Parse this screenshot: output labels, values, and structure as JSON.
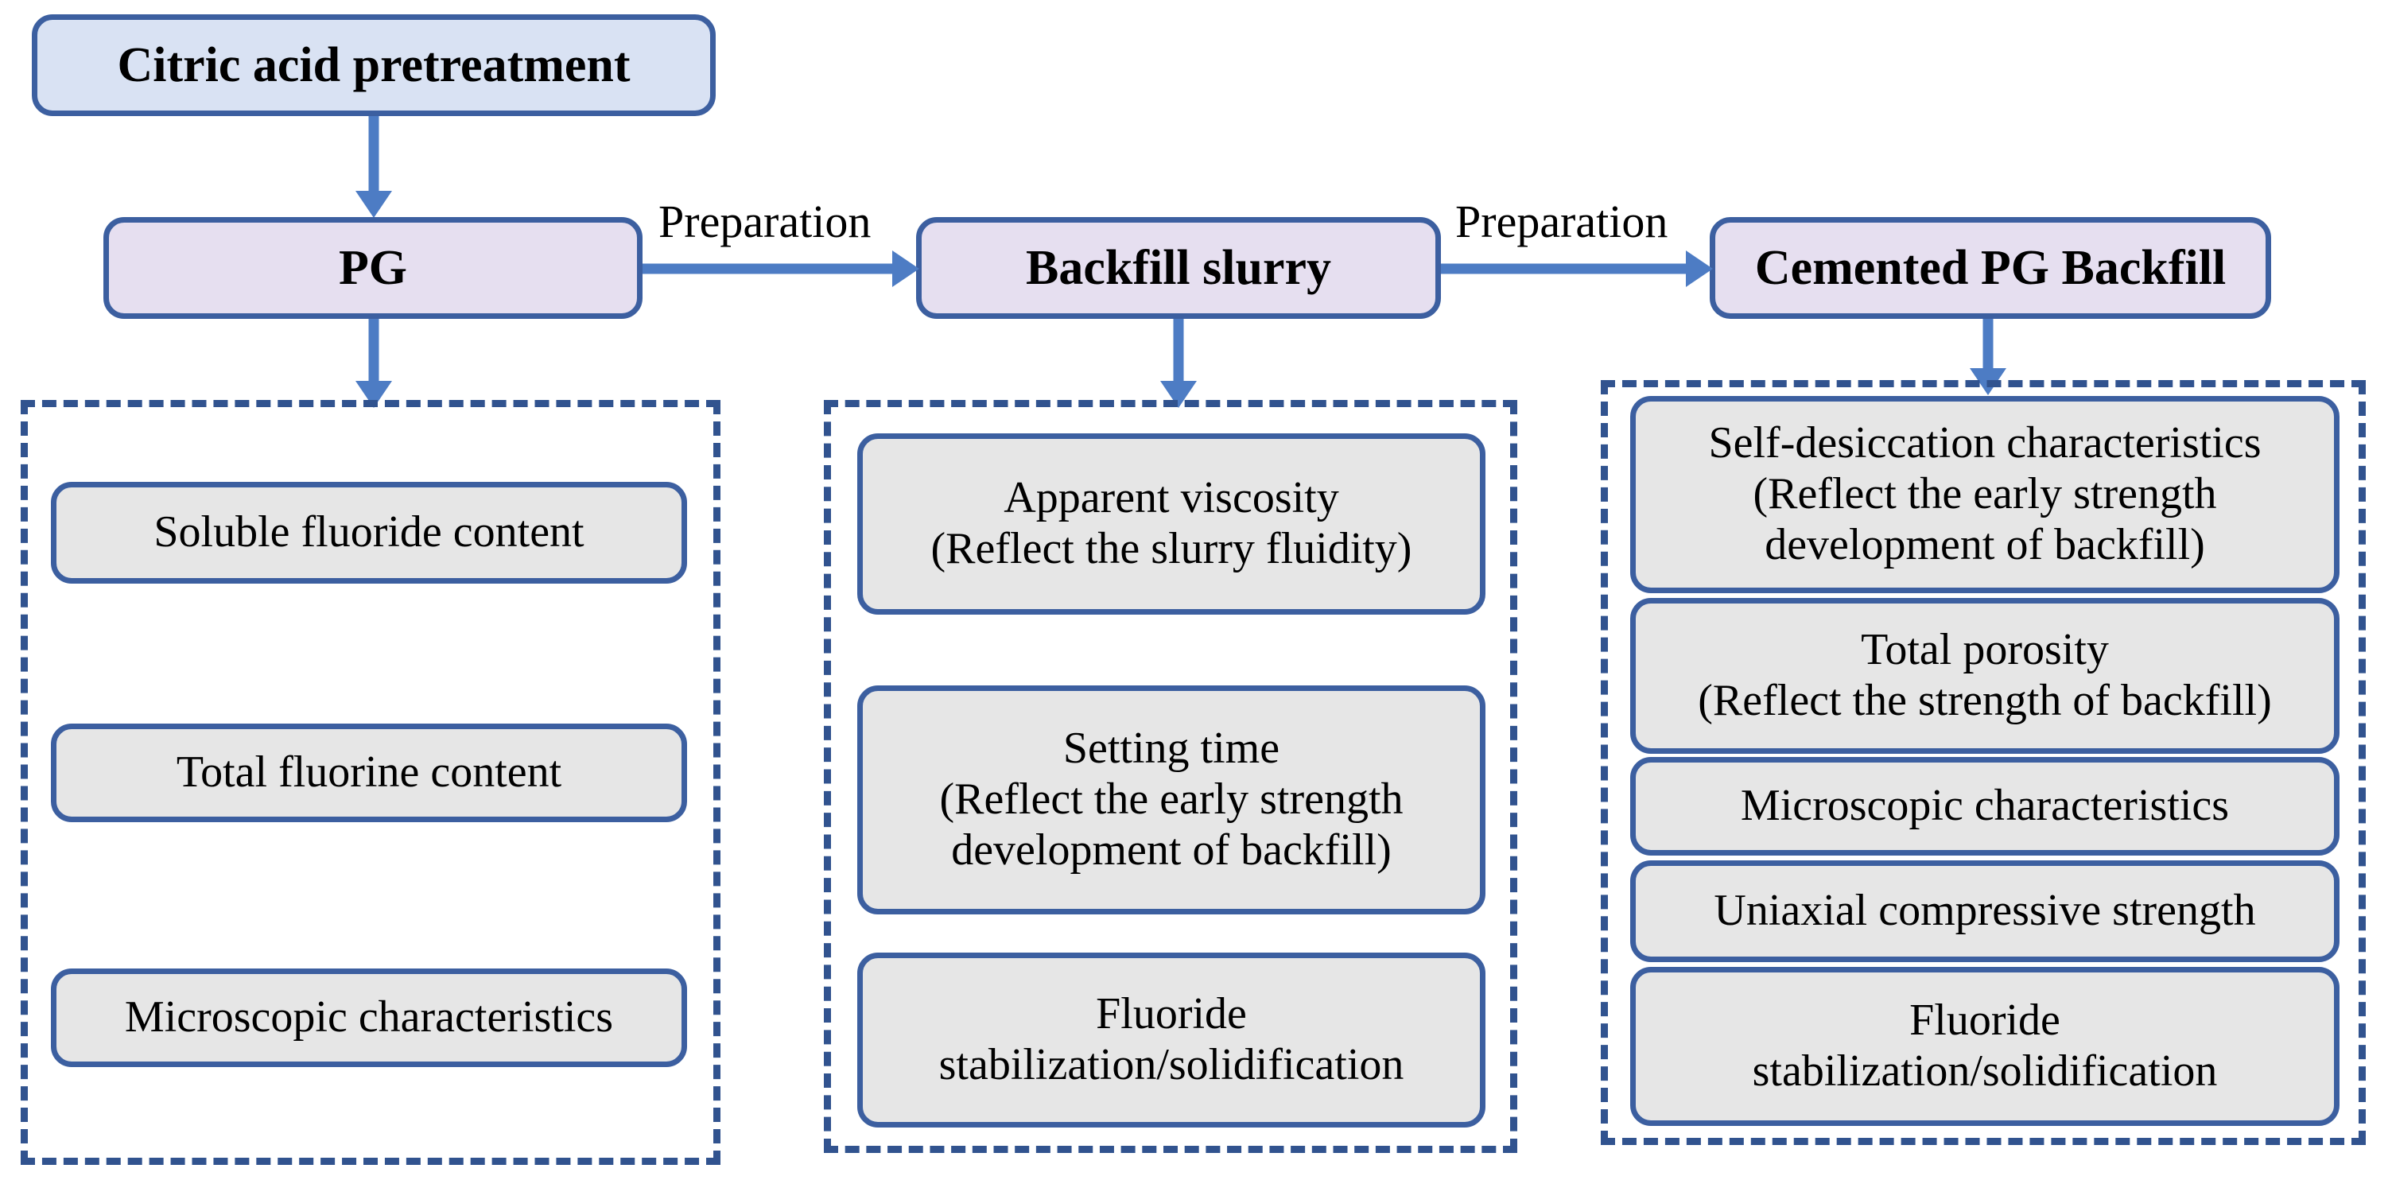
{
  "diagram": {
    "title_node": {
      "label": "Citric acid pretreatment"
    },
    "stages": [
      {
        "id": "pg",
        "label": "PG"
      },
      {
        "id": "backfill-slurry",
        "label": "Backfill slurry"
      },
      {
        "id": "cemented-pg-backfill",
        "label": "Cemented PG Backfill"
      }
    ],
    "edge_labels": [
      {
        "label": "Preparation"
      },
      {
        "label": "Preparation"
      }
    ],
    "groups": [
      {
        "id": "pg-group",
        "items": [
          {
            "lines": [
              "Soluble fluoride content"
            ]
          },
          {
            "lines": [
              "Total fluorine content"
            ]
          },
          {
            "lines": [
              "Microscopic characteristics"
            ]
          }
        ]
      },
      {
        "id": "backfill-slurry-group",
        "items": [
          {
            "lines": [
              "Apparent viscosity",
              "(Reflect the slurry fluidity)"
            ]
          },
          {
            "lines": [
              "Setting time",
              "(Reflect the early strength",
              "development of backfill)"
            ]
          },
          {
            "lines": [
              "Fluoride",
              "stabilization/solidification"
            ]
          }
        ]
      },
      {
        "id": "cemented-pg-backfill-group",
        "items": [
          {
            "lines": [
              "Self-desiccation characteristics",
              "(Reflect the early strength",
              "development of backfill)"
            ]
          },
          {
            "lines": [
              "Total porosity",
              "(Reflect the strength of backfill)"
            ]
          },
          {
            "lines": [
              "Microscopic characteristics"
            ]
          },
          {
            "lines": [
              "Uniaxial compressive strength"
            ]
          },
          {
            "lines": [
              "Fluoride",
              "stabilization/solidification"
            ]
          }
        ]
      }
    ],
    "colors": {
      "border_blue": "#3c5fa0",
      "dashed_blue": "#31538f",
      "arrow_blue": "#4d7cc4",
      "top_fill": "#d9e2f3",
      "stage_fill": "#e6dff0",
      "item_fill": "#e6e6e6",
      "text": "#000000"
    }
  }
}
